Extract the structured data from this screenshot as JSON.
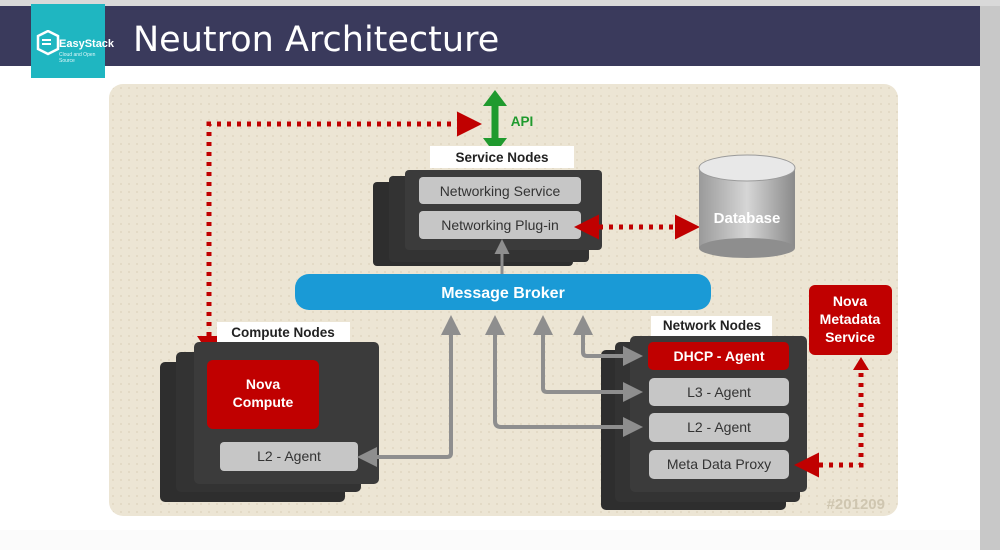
{
  "header": {
    "title": "Neutron Architecture",
    "logo_text": "EasyStack",
    "logo_tagline": "Cloud and Open Source"
  },
  "diagram": {
    "api_label": "API",
    "service_nodes": {
      "label": "Service Nodes",
      "networking_service": "Networking Service",
      "networking_plugin": "Networking Plug-in"
    },
    "database": "Database",
    "message_broker": "Message Broker",
    "compute_nodes": {
      "label": "Compute Nodes",
      "nova_compute_line1": "Nova",
      "nova_compute_line2": "Compute",
      "l2_agent": "L2 - Agent"
    },
    "network_nodes": {
      "label": "Network Nodes",
      "dhcp_agent": "DHCP - Agent",
      "l3_agent": "L3 - Agent",
      "l2_agent": "L2 - Agent",
      "meta_data_proxy": "Meta Data Proxy"
    },
    "nova_metadata": {
      "line1": "Nova",
      "line2": "Metadata",
      "line3": "Service"
    },
    "figure_id": "#201209",
    "colors": {
      "background": "#ece5d4",
      "node_dark": "#3b3b3b",
      "node_light": "#c6c6c6",
      "red": "#c00000",
      "broker": "#1a9ad6",
      "api_green": "#1f9a2e"
    }
  }
}
